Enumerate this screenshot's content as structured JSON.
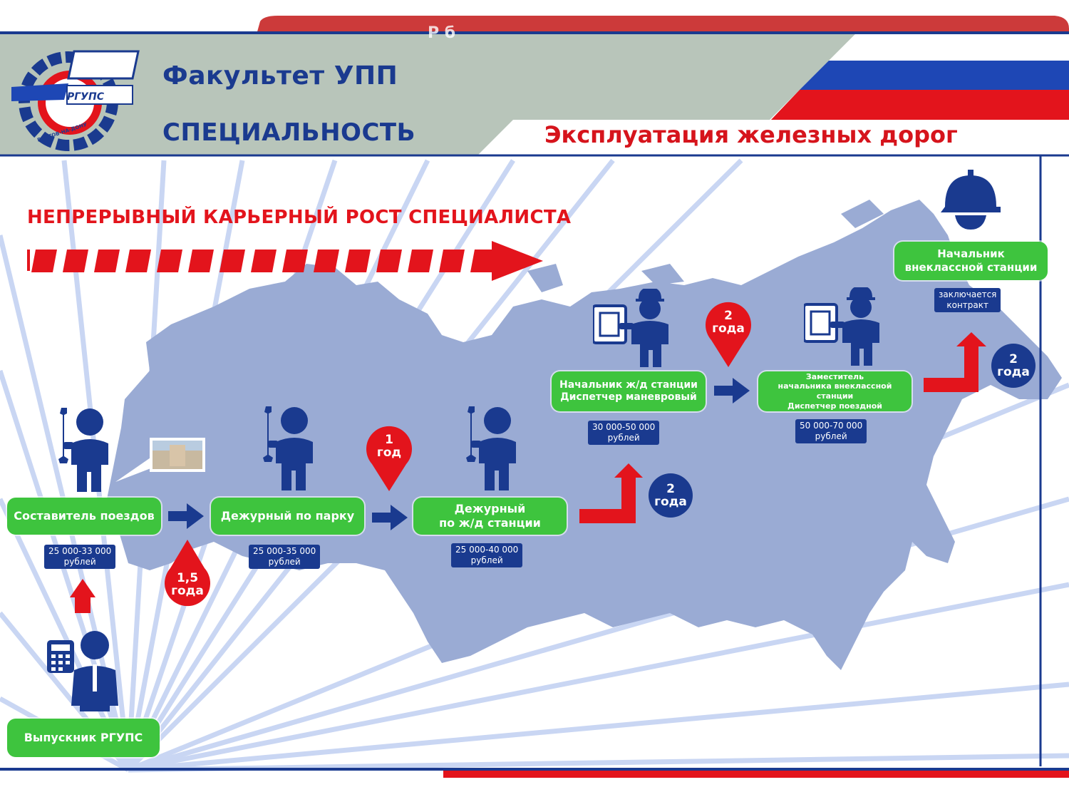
{
  "header": {
    "faculty": "Факультет УПП",
    "specialty_label": "СПЕЦИАЛЬНОСТЬ",
    "specialty_name": "Эксплуатация железных дорог",
    "logo_text": "РГУПС",
    "logo_ring_text": "РОСТОВ-НА-ДОНУ",
    "top_faded_text": "Р          б"
  },
  "career": {
    "title": "НЕПРЕРЫВНЫЙ КАРЬЕРНЫЙ РОСТ СПЕЦИАЛИСТА"
  },
  "positions": {
    "graduate": "Выпускник РГУПС",
    "train_composer": "Составитель поездов",
    "park_duty": "Дежурный по парку",
    "station_duty": "Дежурный\nпо ж/д станции",
    "station_head": "Начальник ж/д станции\nДиспетчер маневровый",
    "deputy": "Заместитель\nначальника внеклассной станции\nДиспетчер поездной",
    "top_head": "Начальник\nвнеклассной станции"
  },
  "salaries": {
    "train_composer": "25 000-33 000\nрублей",
    "park_duty": "25 000-35 000\nрублей",
    "station_duty": "25 000-40 000\nрублей",
    "station_head": "30 000-50 000\nрублей",
    "deputy": "50 000-70 000\nрублей",
    "top_head": "заключается\nконтракт"
  },
  "durations": {
    "pin_1_5": "1,5\nгода",
    "pin_1": "1\nгод",
    "pin_2": "2\nгода",
    "circle_a": "2\nгода",
    "circle_b": "2\nгода"
  },
  "colors": {
    "navy": "#1a3a8f",
    "green": "#3ec43e",
    "red": "#e3141c",
    "map": "#9aabd4",
    "header_gray": "#b8c5ba"
  }
}
